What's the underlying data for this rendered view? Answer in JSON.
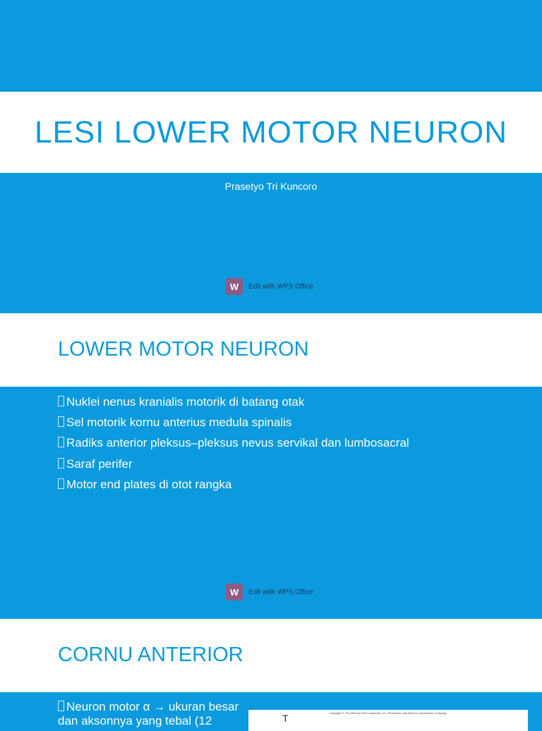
{
  "slide1": {
    "title": "LESI LOWER MOTOR NEURON",
    "subtitle": "Prasetyo Tri Kuncoro",
    "wps_label": "Edit with WPS Office"
  },
  "slide2": {
    "title": "LOWER MOTOR NEURON",
    "bullets": [
      "Nuklei nenus kranialis motorik di batang otak",
      "Sel motorik kornu anterius medula spinalis",
      "Radiks anterior pleksus–pleksus nevus servikal dan lumbosacral",
      "Saraf perifer",
      "Motor end plates di otot rangka"
    ],
    "wps_label": "Edit with WPS Office"
  },
  "slide3": {
    "title": "CORNU ANTERIOR",
    "bullet": "Neuron motor α → ukuran besar dan aksonnya yang tebal (12",
    "figure_copyright": "Copyright © The McGraw-Hill Companies, Inc. Permission required for reproduction or display.",
    "figure_label": "T"
  },
  "colors": {
    "accent": "#0b9ade",
    "wps_logo": "#8f5a85"
  }
}
